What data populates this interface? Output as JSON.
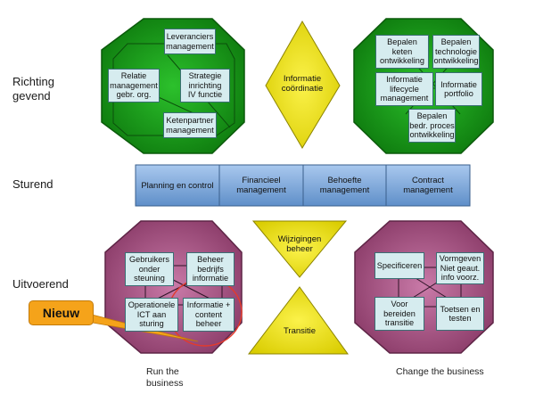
{
  "rows": {
    "top": "Richting\ngevend",
    "middle": "Sturend",
    "bottom": "Uitvoerend"
  },
  "top_left": {
    "boxes": {
      "leveranciers": "Leveranciers\nmanagement",
      "relatie": "Relatie\nmanagement\ngebr. org.",
      "strategie": "Strategie\ninrichting\nIV functie",
      "ketenpartner": "Ketenpartner\nmanagement"
    }
  },
  "top_center": {
    "label": "Informatie\ncoördinatie"
  },
  "top_right": {
    "boxes": {
      "keten": "Bepalen\nketen\nontwikkeling",
      "technologie": "Bepalen\ntechnologie\nontwikkeling",
      "lifecycle": "Informatie\nlifecycle\nmanagement",
      "portfolio": "Informatie\nportfolio",
      "bedrproces": "Bepalen\nbedr. proces\nontwikkeling"
    }
  },
  "bar": {
    "cells": [
      "Planning en control",
      "Financieel\nmanagement",
      "Behoefte\nmanagement",
      "Contract\nmanagement"
    ]
  },
  "bottom_left": {
    "boxes": {
      "gebruikers": "Gebruikers\nonder\nsteuning",
      "beheer": "Beheer\nbedrijfs\ninformatie",
      "operationele": "Operationele\nICT aan\nsturing",
      "content": "Informatie +\ncontent\nbeheer"
    }
  },
  "center_bottom": {
    "top_label": "Wijzigingen\nbeheer",
    "bottom_label": "Transitie"
  },
  "bottom_right": {
    "boxes": {
      "specificeren": "Specificeren",
      "vormgeven": "Vormgeven\nNiet geaut.\ninfo voorz.",
      "voorbereiden": "Voor\nbereiden\ntransitie",
      "toetsen": "Toetsen en\ntesten"
    }
  },
  "callout": {
    "label": "Nieuw"
  },
  "captions": {
    "run": "Run the\nbusiness",
    "change": "Change the business"
  },
  "colors": {
    "green_octagon": "#1fa01f",
    "magenta_octagon": "#a34c7e",
    "diamond": "#e8e000",
    "bar": "#7aa7d8",
    "box": "#d6ecef",
    "callout": "#f5a31a",
    "highlight_circle": "#e23b2e"
  }
}
